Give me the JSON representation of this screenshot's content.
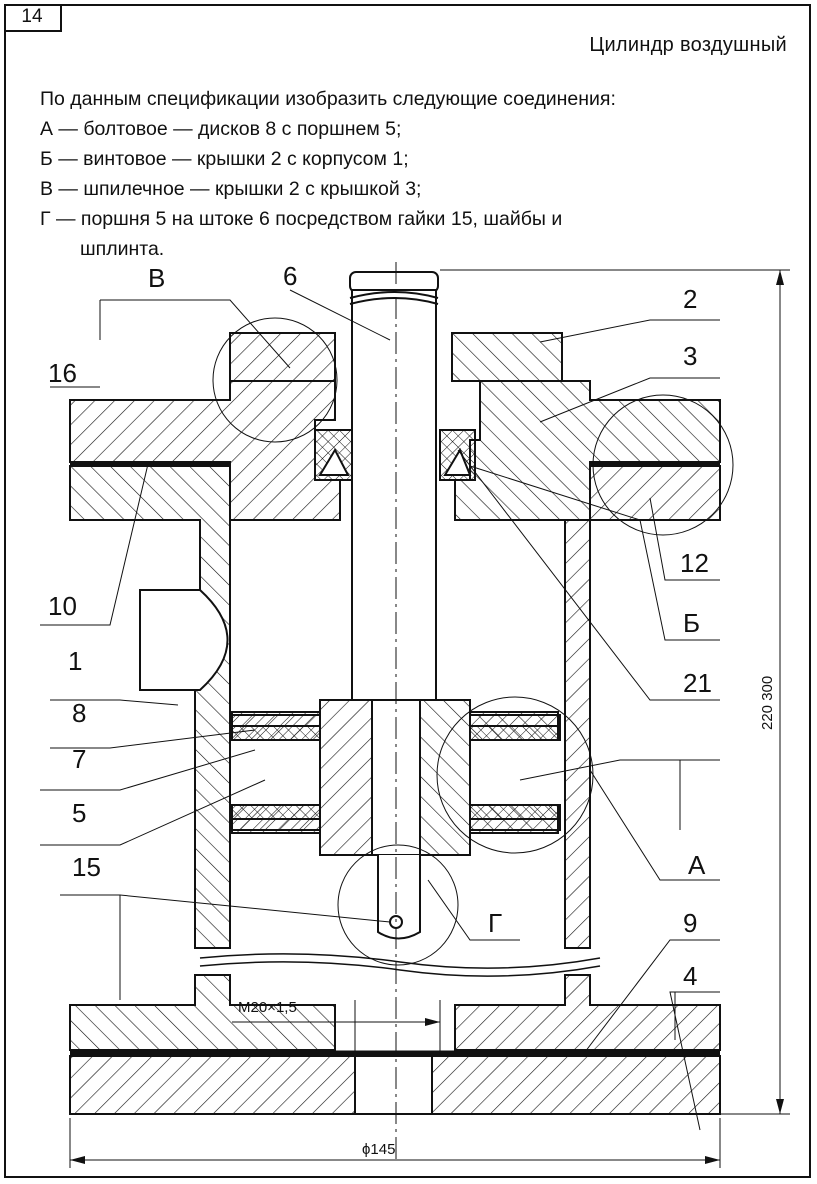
{
  "page_number": "14",
  "title": "Цилиндр воздушный",
  "task": {
    "intro": "По данным спецификации изобразить следующие соединения:",
    "items": [
      "А — болтовое — дисков 8 с поршнем 5;",
      "Б — винтовое — крышки 2 с корпусом 1;",
      "В — шпилечное — крышки 2 с крышкой 3;",
      "Г — поршня 5 на штоке 6 посредством гайки 15, шайбы и",
      "шплинта."
    ]
  },
  "diagram": {
    "part_labels": {
      "p1": "1",
      "p2": "2",
      "p3": "3",
      "p4": "4",
      "p5": "5",
      "p6": "6",
      "p7": "7",
      "p8": "8",
      "p9": "9",
      "p10": "10",
      "p12": "12",
      "p15": "15",
      "p16": "16",
      "p21": "21"
    },
    "connection_labels": {
      "A": "А",
      "B": "Б",
      "V": "В",
      "G": "Г"
    },
    "dimensions": {
      "thread": "M20×1,5",
      "diameter": "ϕ145",
      "height": "220 300"
    }
  }
}
